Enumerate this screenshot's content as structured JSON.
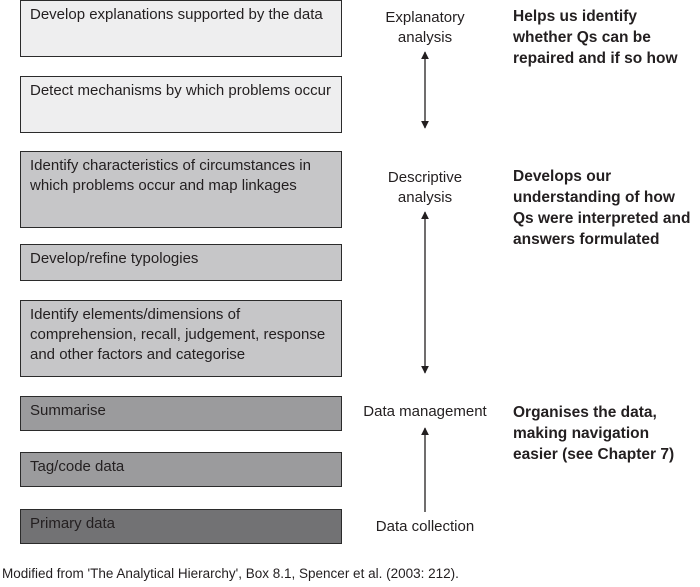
{
  "levels": [
    {
      "text": "Develop explanations supported by the data"
    },
    {
      "text": "Detect mechanisms by which problems occur"
    },
    {
      "text": "Identify characteristics of circumstances in which problems occur and map linkages"
    },
    {
      "text": "Develop/refine typologies"
    },
    {
      "text": "Identify elements/dimensions of comprehension, recall, judgement, response and other factors and categorise"
    },
    {
      "text": "Summarise"
    },
    {
      "text": "Tag/code data"
    },
    {
      "text": "Primary data"
    }
  ],
  "stages": [
    {
      "label": "Explanatory analysis",
      "note": "Helps us identify whether Qs can be repaired and if so how"
    },
    {
      "label": "Descriptive analysis",
      "note": "Develops our understanding of how Qs were interpreted and answers formulated"
    },
    {
      "label": "Data management",
      "note": "Organises the data, making navigation easier (see Chapter 7)"
    },
    {
      "label": "Data collection",
      "note": ""
    }
  ],
  "caption": "Modified from 'The Analytical Hierarchy', Box 8.1, Spencer et al. (2003: 212)."
}
